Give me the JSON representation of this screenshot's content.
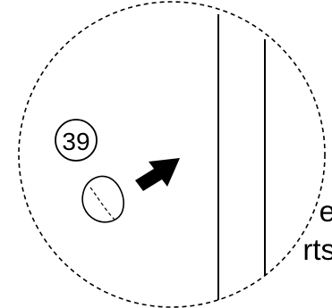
{
  "figure": {
    "callout_number": "39",
    "partial_label_line1": "e",
    "partial_label_line2": "rts"
  },
  "colors": {
    "ink": "#000000",
    "background": "#ffffff"
  },
  "icons": {
    "arrow": "filled-arrow",
    "part": "oval-pellet"
  }
}
